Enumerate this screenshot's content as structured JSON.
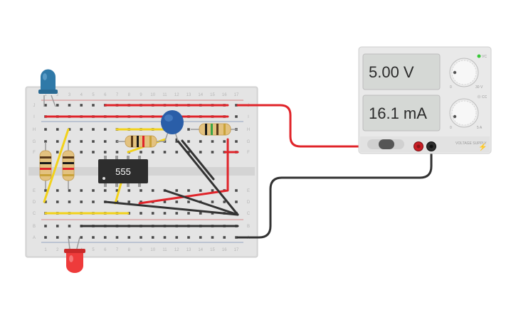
{
  "breadboard": {
    "column_numbers": [
      "1",
      "2",
      "3",
      "4",
      "5",
      "6",
      "7",
      "8",
      "9",
      "10",
      "11",
      "12",
      "13",
      "14",
      "15",
      "16",
      "17"
    ],
    "row_letters_top": [
      "J",
      "I",
      "H",
      "G",
      "F"
    ],
    "row_letters_bottom": [
      "E",
      "D",
      "C",
      "B",
      "A"
    ]
  },
  "chip": {
    "label": "555"
  },
  "power_supply": {
    "voltage_display": "5.00 V",
    "current_display": "16.1 mA",
    "cv_label": "VC",
    "cc_label": "CC",
    "voltage_knob_min": "0",
    "voltage_knob_max": "30 V",
    "current_knob_min": "0",
    "current_knob_max": "5 A",
    "cv_led_color": "#37c837",
    "cc_led_color": "#d4d4d4",
    "brand": "VOLTAGE SUPPLY"
  },
  "colors": {
    "wire_red": "#e0242a",
    "wire_black": "#333333",
    "wire_yellow": "#f2d21b",
    "led_red": "#ee3b3b",
    "led_blue": "#2f79a8",
    "capacitor": "#2a5ea8"
  }
}
